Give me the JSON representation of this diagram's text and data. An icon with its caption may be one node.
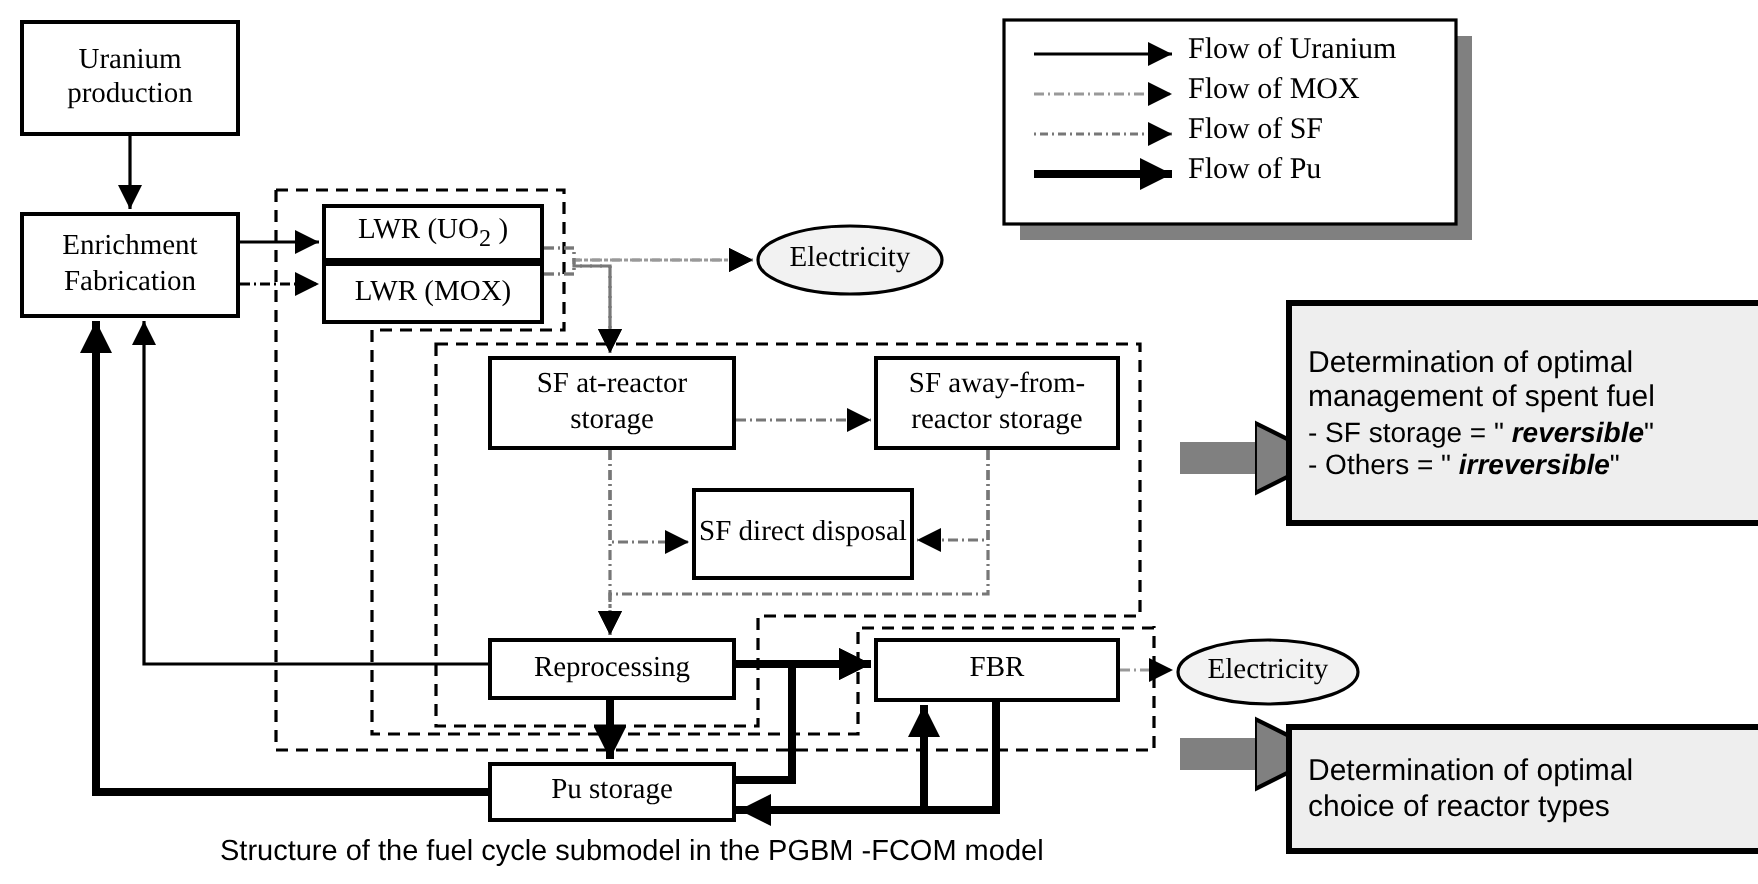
{
  "diagram": {
    "caption": "Structure of the fuel cycle submodel in the PGBM -FCOM model",
    "nodes": [
      {
        "text": [
          "Uranium production"
        ]
      },
      {
        "text": [
          "Enrichment Fabrication"
        ]
      },
      {
        "text": [
          "LWR (UO$_{2}$ )"
        ]
      },
      {
        "text": [
          "LWR (MOX)"
        ]
      },
      {
        "text": [
          "Electricity"
        ]
      },
      {
        "text": [
          "SF at-reactor storage"
        ]
      },
      {
        "text": [
          "SF away-from-reactor storage"
        ]
      },
      {
        "text": [
          "SF direct disposal"
        ]
      },
      {
        "text": [
          "Reprocessing"
        ]
      },
      {
        "text": [
          "FBR"
        ]
      },
      {
        "text": [
          "Electricity"
        ]
      },
      {
        "text": [
          "Pu storage"
        ]
      },
      {
        "text": [
          "Determination of optimal management of spent fuel",
          "- SF storage = \" **reversible**\"",
          "- Others = \" **irreversible**\""
        ]
      },
      {
        "text": [
          "Determination of optimal choice of reactor types"
        ]
      }
    ],
    "edges": [
      {
        "from": 0,
        "to": 1,
        "arrow": "to"
      },
      {
        "from": 1,
        "to": 2,
        "arrow": "to"
      },
      {
        "from": 1,
        "to": 3,
        "arrow": "to",
        "style": "dashed"
      },
      {
        "from": 2,
        "to": 4,
        "arrow": "to",
        "style": "dashed",
        "color": "#999999"
      },
      {
        "from": 3,
        "to": 4,
        "arrow": "to",
        "style": "dashed",
        "color": "#999999"
      },
      {
        "from": 2,
        "to": 5,
        "arrow": "to",
        "style": "dashed",
        "color": "#777777"
      },
      {
        "from": 3,
        "to": 5,
        "arrow": "to",
        "style": "dashed",
        "color": "#777777"
      },
      {
        "from": 5,
        "to": 6,
        "arrow": "to",
        "style": "dashed",
        "color": "#777777"
      },
      {
        "from": 5,
        "to": 7,
        "arrow": "to",
        "style": "dashed",
        "color": "#777777"
      },
      {
        "from": 6,
        "to": 7,
        "arrow": "to",
        "style": "dashed",
        "color": "#777777"
      },
      {
        "from": 5,
        "to": 8,
        "arrow": "to",
        "style": "dashed",
        "color": "#777777"
      },
      {
        "from": 6,
        "to": 8,
        "arrow": "to",
        "style": "dashed",
        "color": "#777777"
      },
      {
        "from": 8,
        "to": 1,
        "arrow": "to"
      },
      {
        "from": 11,
        "to": 1,
        "arrow": "to",
        "style": "thick"
      },
      {
        "from": 8,
        "to": 9,
        "arrow": "to",
        "style": "thick"
      },
      {
        "from": 8,
        "to": 11,
        "arrow": "to",
        "style": "thick"
      },
      {
        "from": 11,
        "to": 9,
        "arrow": "to",
        "style": "thick"
      },
      {
        "from": 9,
        "to": 11,
        "arrow": "to",
        "style": "thick"
      },
      {
        "from": 11,
        "to": 9,
        "arrow": "to",
        "style": "thick"
      },
      {
        "from": 9,
        "to": 10,
        "arrow": "to",
        "style": "dashed",
        "color": "#999999"
      },
      {
        "from": null,
        "to": 12,
        "arrow": "to",
        "style": "thick",
        "color": "#808080"
      },
      {
        "from": null,
        "to": 13,
        "arrow": "to",
        "style": "thick",
        "color": "#808080"
      }
    ],
    "legend": [
      {
        "text": "Flow of Uranium"
      },
      {
        "text": "Flow of MOX"
      },
      {
        "text": "Flow of SF"
      },
      {
        "text": "Flow of Pu"
      }
    ]
  }
}
